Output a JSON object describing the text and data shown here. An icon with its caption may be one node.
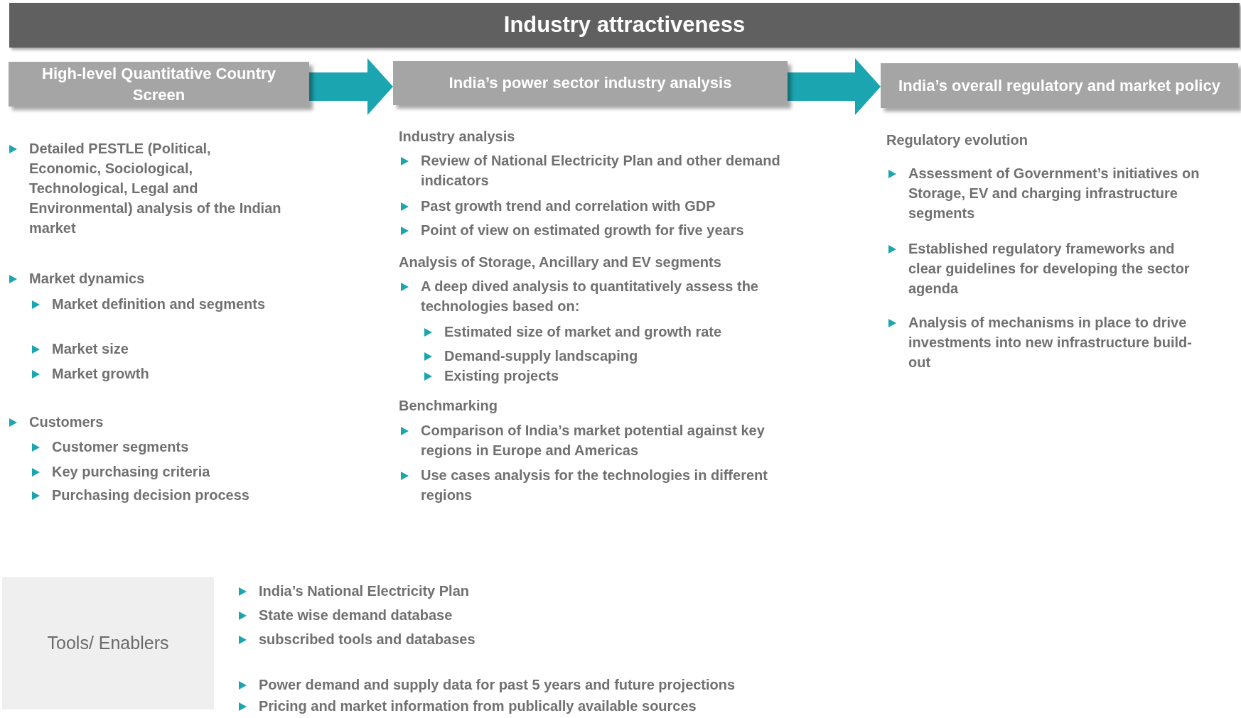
{
  "diagram": {
    "nodes": [
      {
        "text": [
          "Industry attractiveness"
        ]
      },
      {
        "text": [
          "High-level Quantitative Country Screen"
        ]
      },
      {
        "text": [
          "India’s power sector industry analysis"
        ]
      },
      {
        "text": [
          "India’s overall regulatory and market policy"
        ]
      },
      {
        "text": [
          "Tools/ Enablers"
        ]
      }
    ],
    "edges": [
      {
        "from": 1,
        "to": 2,
        "arrow": "to"
      },
      {
        "from": 2,
        "to": 3,
        "arrow": "to"
      }
    ],
    "labels": [
      "Detailed PESTLE (Political, Economic, Sociological, Technological, Legal and Environmental) analysis of the Indian market",
      "Market dynamics",
      "Market definition and segments",
      "Market size",
      "Market growth",
      "Customers",
      "Customer segments",
      "Key purchasing criteria",
      "Purchasing decision process",
      "Industry analysis",
      "Review of National Electricity Plan and other demand indicators",
      "Past growth trend and correlation with GDP",
      "Point of view on estimated growth for five years",
      "Analysis of Storage, Ancillary and EV segments",
      "A deep dived analysis to quantitatively assess the technologies based on:",
      "Estimated size of market and growth rate",
      "Demand-supply landscaping",
      "Existing projects",
      "Benchmarking",
      "Comparison of India’s market potential against key regions in Europe and Americas",
      "Use cases analysis for the technologies in different regions",
      "Regulatory evolution",
      "Assessment of Government’s initiatives on Storage, EV and charging infrastructure segments",
      "Established regulatory frameworks and clear guidelines for developing the sector agenda",
      "Analysis of mechanisms in place to drive investments into new infrastructure build-out",
      "India’s National Electricity Plan",
      "State wise demand database",
      "subscribed tools and databases",
      "Power demand and supply data for past 5 years and future projections",
      "Pricing and market information from publically available sources"
    ]
  }
}
